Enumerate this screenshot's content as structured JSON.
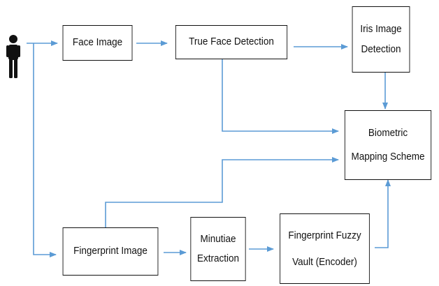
{
  "nodes": {
    "face_image": {
      "lines": [
        "Face Image"
      ]
    },
    "true_face_detection": {
      "lines": [
        "True Face Detection"
      ]
    },
    "iris_image_detection": {
      "lines": [
        "Iris Image",
        "Detection"
      ]
    },
    "biometric_mapping_scheme": {
      "lines": [
        "Biometric",
        "Mapping Scheme"
      ]
    },
    "fingerprint_image": {
      "lines": [
        "Fingerprint Image"
      ]
    },
    "minutiae_extraction": {
      "lines": [
        "Minutiae",
        "Extraction"
      ]
    },
    "fuzzy_vault": {
      "lines": [
        "Fingerprint Fuzzy",
        "Vault (Encoder)"
      ]
    }
  },
  "icons": {
    "user": "person-silhouette-icon"
  },
  "colors": {
    "connector": "#5b9bd5",
    "box_border": "#111111",
    "text": "#111111",
    "person": "#111111"
  }
}
